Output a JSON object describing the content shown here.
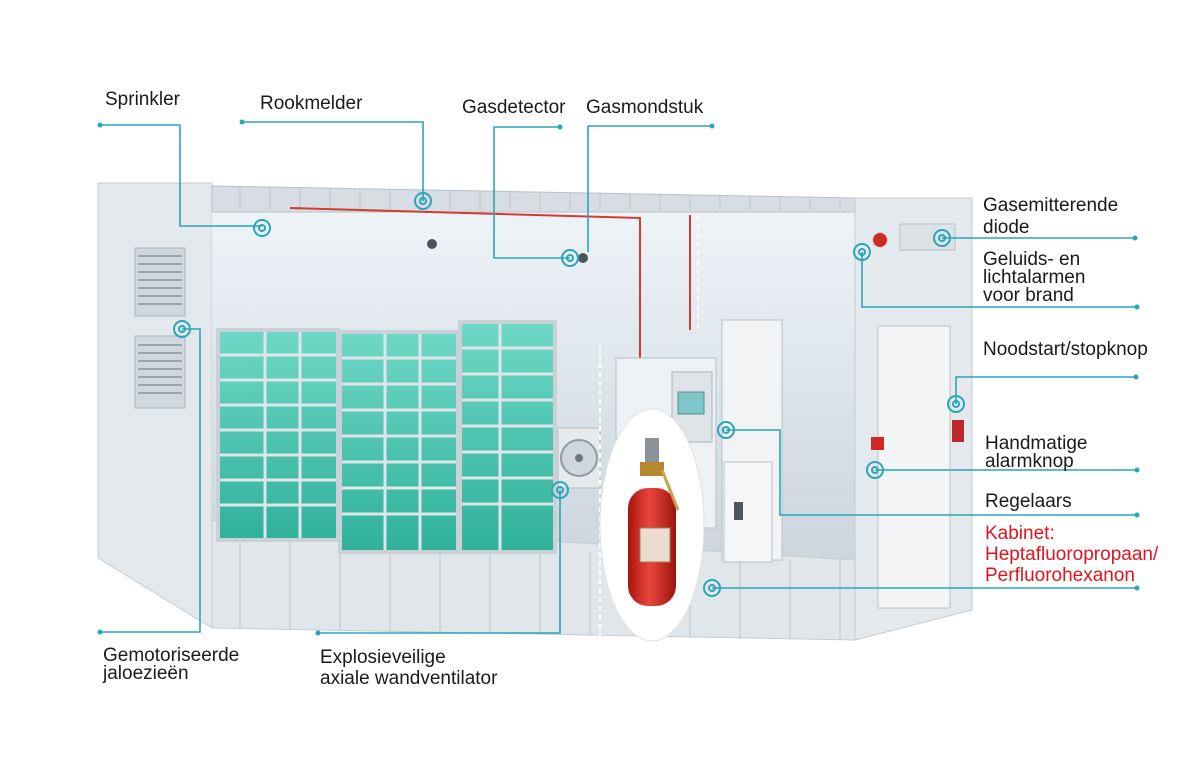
{
  "labels": {
    "sprinkler": "Sprinkler",
    "rookmelder": "Rookmelder",
    "gasdetector": "Gasdetector",
    "gasmondstuk": "Gasmondstuk",
    "gasemitterende_1": "Gasemitterende",
    "gasemitterende_2": "diode",
    "geluids_1": "Geluids- en",
    "geluids_2": "lichtalarmen",
    "geluids_3": "voor brand",
    "noodstart": "Noodstart/stopknop",
    "handmatige_1": "Handmatige",
    "handmatige_2": "alarmknop",
    "regelaars": "Regelaars",
    "kabinet_1": "Kabinet:",
    "kabinet_2": "Heptafluoropropaan/",
    "kabinet_3": "Perfluorohexanon",
    "gemotoriseerde_1": "Gemotoriseerde",
    "gemotoriseerde_2": "jaloezieën",
    "explosie_1": "Explosieveilige",
    "explosie_2": "axiale wandventilator"
  },
  "colors": {
    "leader": "#2aa6b8",
    "warning_text": "#e0141e",
    "container": "#e4e8ec",
    "shelf_glass": "#3fc2ae",
    "extinguisher": "#d42a22"
  }
}
